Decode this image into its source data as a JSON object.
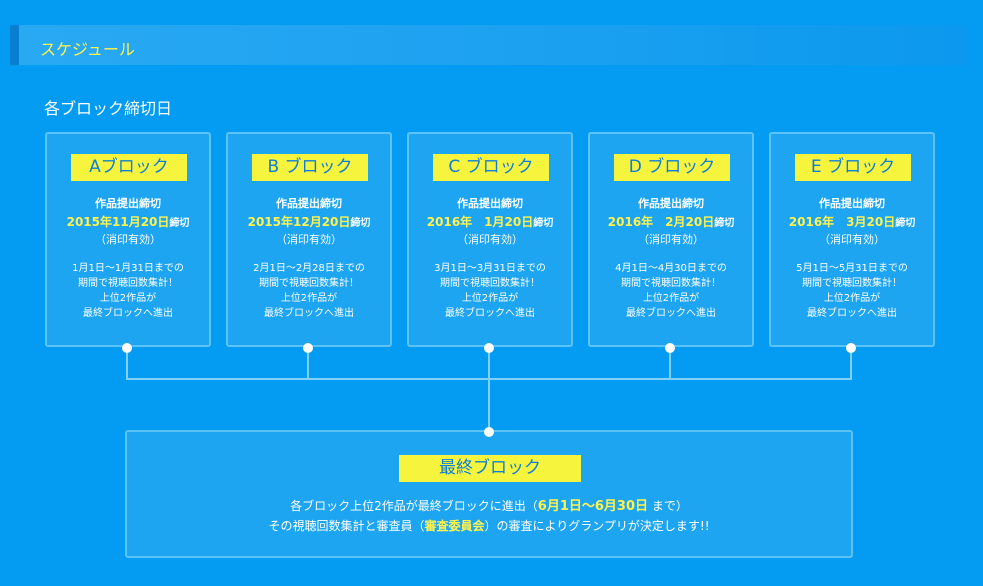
{
  "header": {
    "title": "スケジュール"
  },
  "section": {
    "title": "各ブロック締切日"
  },
  "blocks": [
    {
      "label": "Aブロック",
      "deadline_title": "作品提出締切",
      "date": "2015年11月20日",
      "date_suffix": "締切",
      "validity": "（消印有効）",
      "desc": [
        "1月1日～1月31日までの",
        "期間で視聴回数集計！",
        "上位2作品が",
        "最終ブロックへ進出"
      ]
    },
    {
      "label": "B ブロック",
      "deadline_title": "作品提出締切",
      "date": "2015年12月20日",
      "date_suffix": "締切",
      "validity": "（消印有効）",
      "desc": [
        "2月1日～2月28日までの",
        "期間で視聴回数集計！",
        "上位2作品が",
        "最終ブロックへ進出"
      ]
    },
    {
      "label": "C ブロック",
      "deadline_title": "作品提出締切",
      "date": "2016年　1月20日",
      "date_suffix": "締切",
      "validity": "（消印有効）",
      "desc": [
        "3月1日～3月31日までの",
        "期間で視聴回数集計！",
        "上位2作品が",
        "最終ブロックへ進出"
      ]
    },
    {
      "label": "D ブロック",
      "deadline_title": "作品提出締切",
      "date": "2016年　2月20日",
      "date_suffix": "締切",
      "validity": "（消印有効）",
      "desc": [
        "4月1日～4月30日までの",
        "期間で視聴回数集計！",
        "上位2作品が",
        "最終ブロックへ進出"
      ]
    },
    {
      "label": "E ブロック",
      "deadline_title": "作品提出締切",
      "date": "2016年　3月20日",
      "date_suffix": "締切",
      "validity": "（消印有効）",
      "desc": [
        "5月1日～5月31日までの",
        "期間で視聴回数集計！",
        "上位2作品が",
        "最終ブロックへ進出"
      ]
    }
  ],
  "final": {
    "label": "最終ブロック",
    "line1_pre": "各ブロック上位2作品が最終ブロックに進出（",
    "line1_period": "6月1日～6月30日",
    "line1_post": "まで）",
    "line2_pre": "その視聴回数集計と審査員（",
    "line2_committee": "審査委員会",
    "line2_post": "）の審査によりグランプリが決定します!!"
  },
  "colors": {
    "background": "#049cf2",
    "accent_yellow": "#f7f43e",
    "label_text": "#0e7fd5"
  }
}
